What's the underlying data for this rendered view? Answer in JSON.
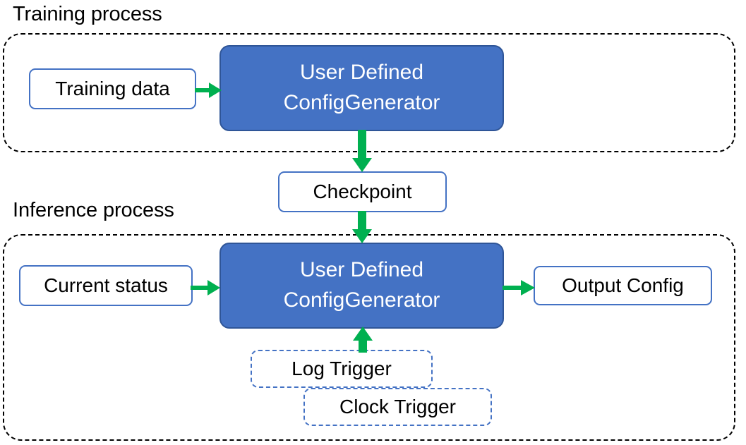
{
  "diagram": {
    "title_training": "Training process",
    "title_inference": "Inference process",
    "colors": {
      "process_fill": "#4472C4",
      "process_stroke": "#2F5597",
      "node_stroke": "#4472C4",
      "arrow": "#00B050",
      "group_stroke": "#000000",
      "text_dark": "#000000",
      "text_light": "#FFFFFF"
    },
    "training": {
      "input": "Training data",
      "process_line1": "User Defined",
      "process_line2": "ConfigGenerator"
    },
    "checkpoint": "Checkpoint",
    "inference": {
      "input": "Current status",
      "process_line1": "User Defined",
      "process_line2": "ConfigGenerator",
      "output": "Output Config",
      "trigger_log": "Log Trigger",
      "trigger_clock": "Clock Trigger"
    },
    "edges": [
      {
        "from": "Training data",
        "to": "User Defined ConfigGenerator",
        "direction": "right"
      },
      {
        "from": "User Defined ConfigGenerator",
        "to": "Checkpoint",
        "direction": "down"
      },
      {
        "from": "Checkpoint",
        "to": "User Defined ConfigGenerator",
        "direction": "down"
      },
      {
        "from": "Current status",
        "to": "User Defined ConfigGenerator",
        "direction": "right"
      },
      {
        "from": "User Defined ConfigGenerator",
        "to": "Output Config",
        "direction": "right"
      },
      {
        "from": "Log Trigger",
        "to": "User Defined ConfigGenerator",
        "direction": "up"
      }
    ]
  }
}
